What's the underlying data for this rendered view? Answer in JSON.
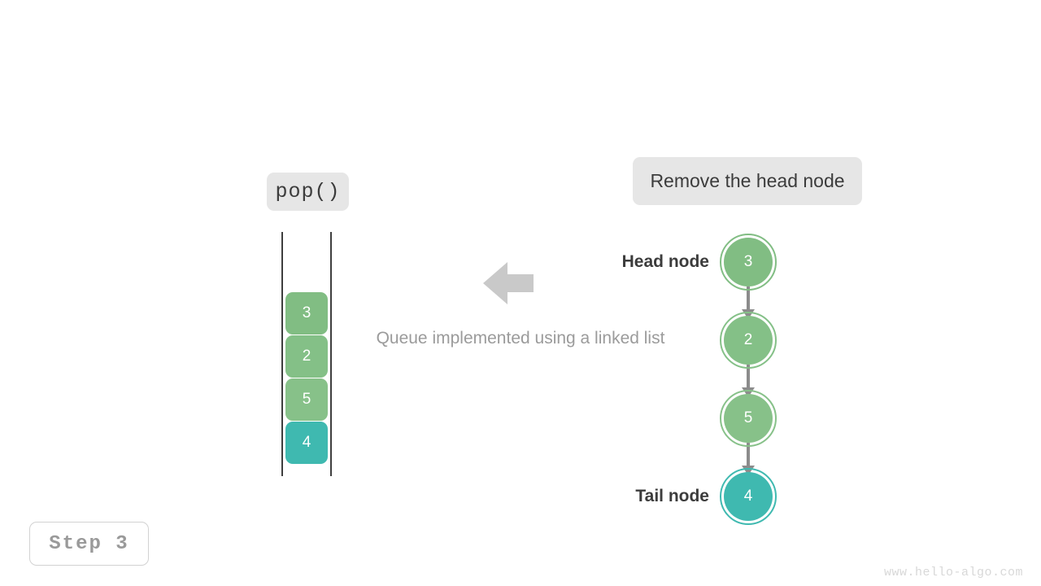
{
  "operation": {
    "label": "pop()"
  },
  "action": {
    "label": "Remove the head node"
  },
  "caption": "Queue implemented using a linked list",
  "step": {
    "label": "Step 3"
  },
  "watermark": "www.hello-algo.com",
  "colors": {
    "green": "#81bd83",
    "teal": "#3fb9b0",
    "chip_bg": "#e6e6e6",
    "arrow_gray": "#c9c9c9",
    "edge_gray": "#8c8c8c",
    "text_dark": "#3c3c3c",
    "text_muted": "#9b9b9b"
  },
  "queue": {
    "cells": [
      {
        "value": "3",
        "color": "#81bd83"
      },
      {
        "value": "2",
        "color": "#84c087"
      },
      {
        "value": "5",
        "color": "#87c189"
      },
      {
        "value": "4",
        "color": "#3fb9b0"
      }
    ]
  },
  "linked_list": {
    "head_label": "Head node",
    "tail_label": "Tail node",
    "nodes": [
      {
        "value": "3",
        "color": "#81bd83"
      },
      {
        "value": "2",
        "color": "#84c087"
      },
      {
        "value": "5",
        "color": "#87c189"
      },
      {
        "value": "4",
        "color": "#3fb9b0"
      }
    ]
  },
  "transform_arrow": {
    "direction": "left"
  }
}
